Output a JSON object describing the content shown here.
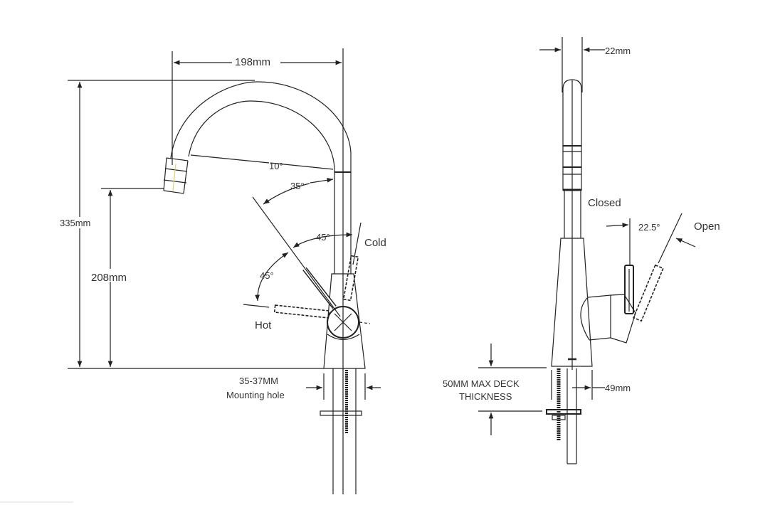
{
  "front_view": {
    "width_dim": "198mm",
    "total_height_dim": "335mm",
    "spout_height_dim": "208mm",
    "spout_angle": "10°",
    "handle_angle": "35°",
    "cold_angle": "45°",
    "hot_angle": "45°",
    "cold_label": "Cold",
    "hot_label": "Hot",
    "mounting_hole_size": "35-37MM",
    "mounting_hole_label": "Mounting hole"
  },
  "side_view": {
    "spout_diameter_dim": "22mm",
    "closed_label": "Closed",
    "open_angle": "22.5°",
    "open_label": "Open",
    "deck_thickness_line1": "50MM MAX DECK",
    "deck_thickness_line2": "THICKNESS",
    "base_diameter_dim": "49mm"
  }
}
